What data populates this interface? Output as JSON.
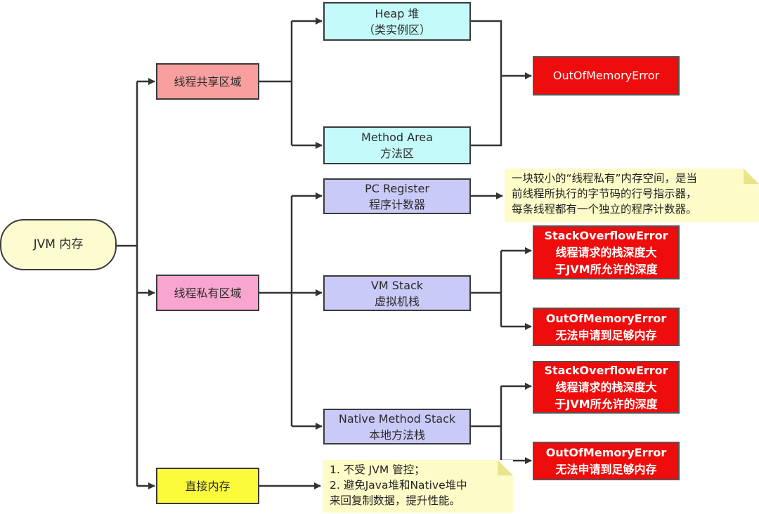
{
  "root": {
    "label": "JVM 内存"
  },
  "categories": {
    "shared": "线程共享区域",
    "private": "线程私有区域",
    "direct": "直接内存"
  },
  "areas": {
    "heap": {
      "line1": "Heap 堆",
      "line2": "（类实例区）"
    },
    "method_area": {
      "line1": "Method Area",
      "line2": "方法区"
    },
    "pc_register": {
      "line1": "PC Register",
      "line2": "程序计数器"
    },
    "vm_stack": {
      "line1": "VM Stack",
      "line2": "虚拟机栈"
    },
    "native_stack": {
      "line1": "Native Method Stack",
      "line2": "本地方法栈"
    }
  },
  "errors": {
    "shared_oom": {
      "line1": "OutOfMemoryError"
    },
    "vm_so": {
      "line1": "StackOverflowError",
      "line2": "线程请求的栈深度大",
      "line3": "于JVM所允许的深度"
    },
    "vm_oom": {
      "line1": "OutOfMemoryError",
      "line2": "无法申请到足够内存"
    },
    "native_so": {
      "line1": "StackOverflowError",
      "line2": "线程请求的栈深度大",
      "line3": "于JVM所允许的深度"
    },
    "native_oom": {
      "line1": "OutOfMemoryError",
      "line2": "无法申请到足够内存"
    }
  },
  "notes": {
    "pc_note": {
      "lines": [
        "一块较小的“线程私有”内存空间，是当",
        "前线程所执行的字节码的行号指示器，",
        "每条线程都有一个独立的程序计数器。"
      ]
    },
    "direct_note": {
      "lines": [
        "1. 不受 JVM 管控；",
        "2. 避免Java堆和Native堆中",
        "来回复制数据，提升性能。"
      ]
    }
  },
  "colors": {
    "root_fill": "#fdfbd0",
    "shared_fill": "#f99f9f",
    "private_fill": "#f8a5cf",
    "direct_fill": "#fbfb3c",
    "heap_method_fill": "#c5fafa",
    "private_area_fill": "#cacaf8",
    "error_fill": "#ee0c0c",
    "note_fill": "#fdfcc8",
    "line": "#333333"
  }
}
